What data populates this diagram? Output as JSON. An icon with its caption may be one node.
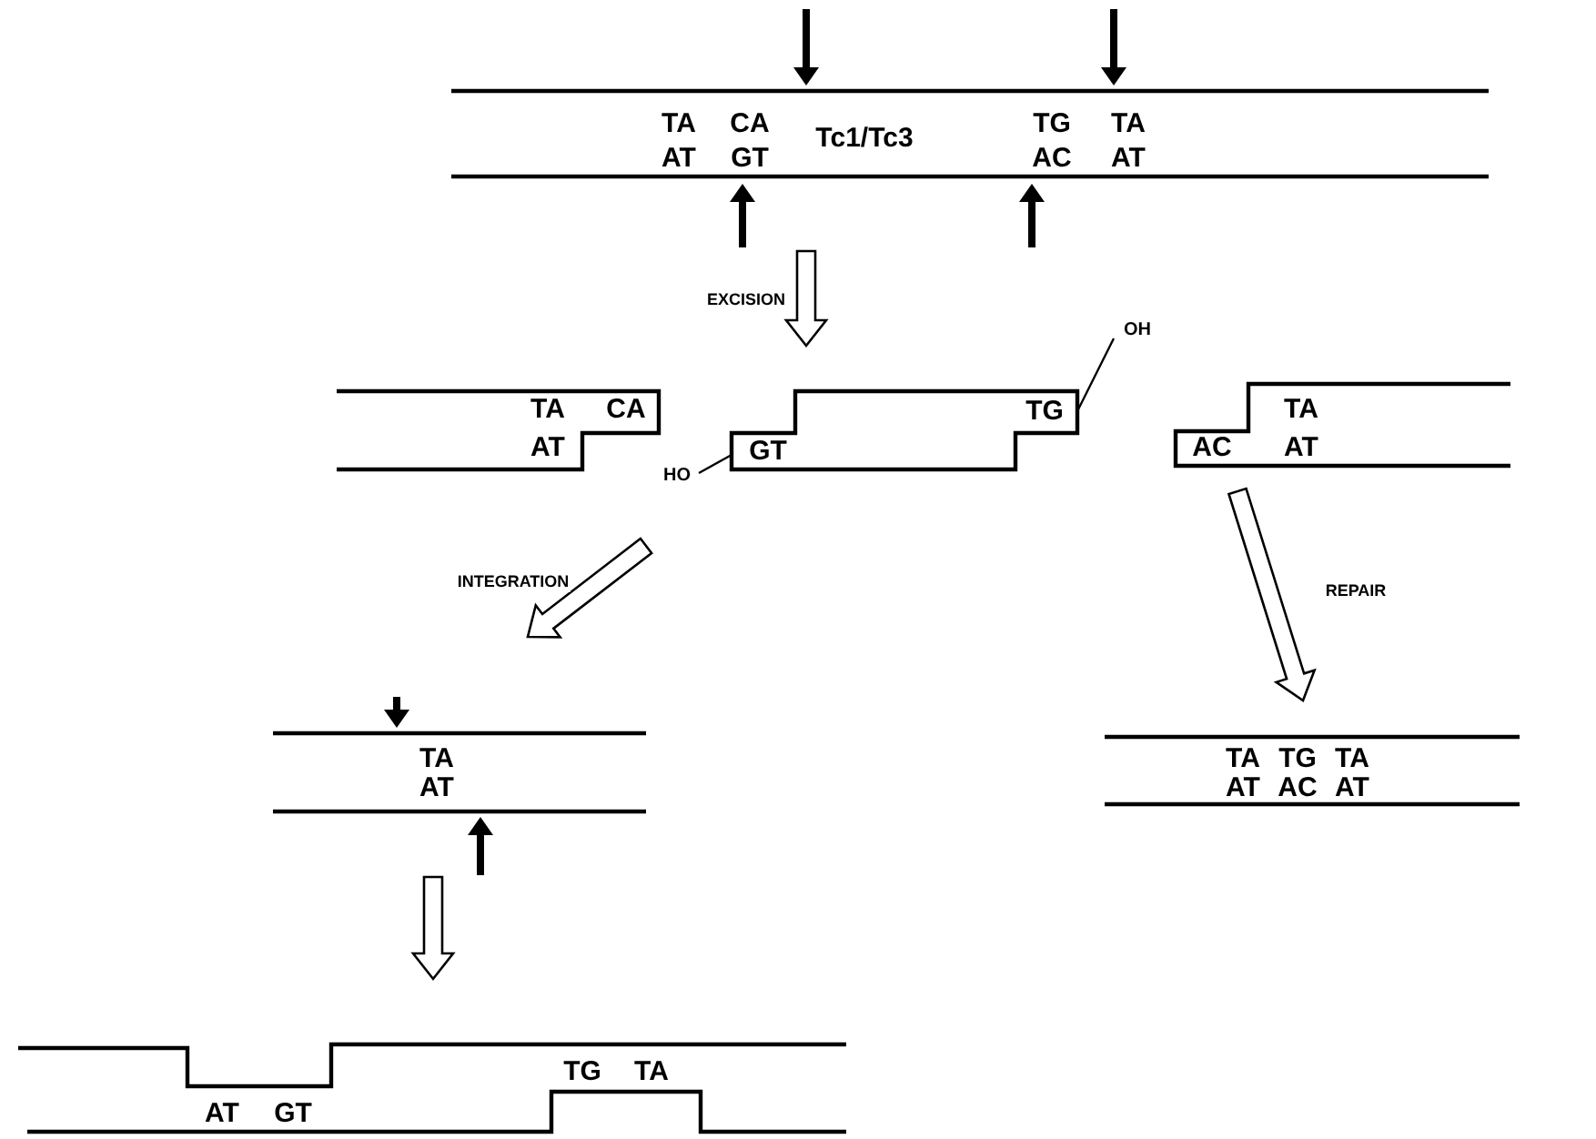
{
  "diagram": {
    "nodes": [
      {
        "text": [
          "TA",
          "CA",
          "Tc1/Tc3",
          "TG",
          "TA",
          "AT",
          "GT",
          "AC",
          "AT"
        ]
      },
      {
        "text": [
          "TA",
          "CA",
          "AT"
        ]
      },
      {
        "text": [
          "TG",
          "GT"
        ],
        "beside": [
          "OH",
          "HO"
        ]
      },
      {
        "text": [
          "TA",
          "AC",
          "AT"
        ]
      },
      {
        "text": [
          "TA",
          "AT"
        ]
      },
      {
        "text": [
          "TA",
          "TG",
          "TA",
          "AT",
          "AC",
          "AT"
        ]
      },
      {
        "text": [
          "TG",
          "TA",
          "AT",
          "GT"
        ]
      }
    ],
    "edges": [
      {
        "from": 0,
        "to": 2,
        "arrow": "to",
        "label": "EXCISION"
      },
      {
        "from": 2,
        "to": 4,
        "arrow": "to",
        "label": "INTEGRATION"
      },
      {
        "from": 3,
        "to": 5,
        "arrow": "to",
        "label": "REPAIR"
      },
      {
        "from": 4,
        "to": 6,
        "arrow": "to"
      }
    ]
  }
}
